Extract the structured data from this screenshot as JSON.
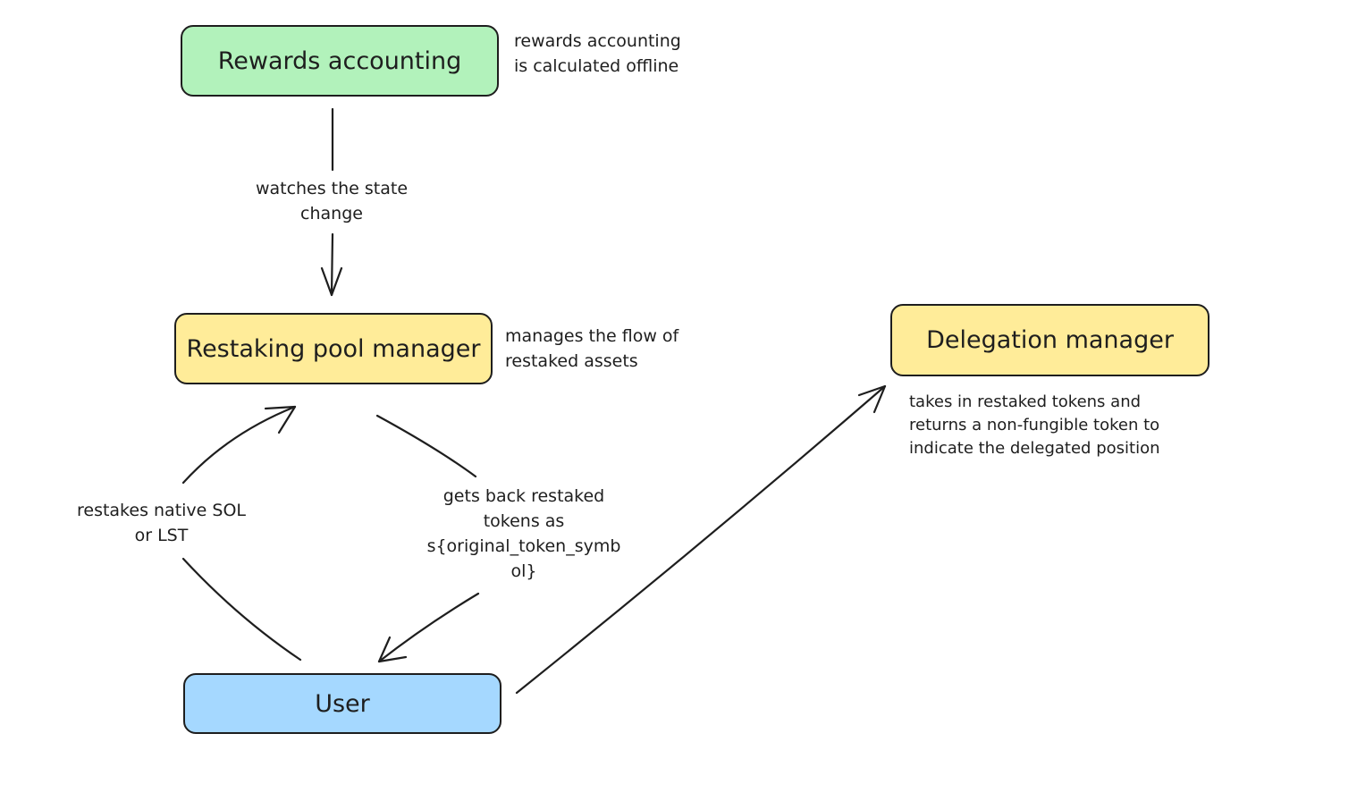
{
  "nodes": {
    "rewards_accounting": {
      "label": "Rewards accounting",
      "color": "#b2f2bb"
    },
    "restaking_pool_manager": {
      "label": "Restaking pool manager",
      "color": "#ffec99"
    },
    "delegation_manager": {
      "label": "Delegation manager",
      "color": "#ffec99"
    },
    "user": {
      "label": "User",
      "color": "#a5d8ff"
    }
  },
  "notes": {
    "rewards_accounting": "rewards accounting\nis calculated offline",
    "restaking_pool_manager": "manages the flow of\nrestaked assets",
    "delegation_manager": "takes in restaked tokens and\nreturns a non-fungible token to\nindicate the delegated position"
  },
  "edges": {
    "watches_state_change": "watches the state\nchange",
    "restakes_native_sol": "restakes native SOL\nor LST",
    "gets_back_restaked": "gets back restaked\ntokens as\ns{original_token_symb\nol}"
  }
}
